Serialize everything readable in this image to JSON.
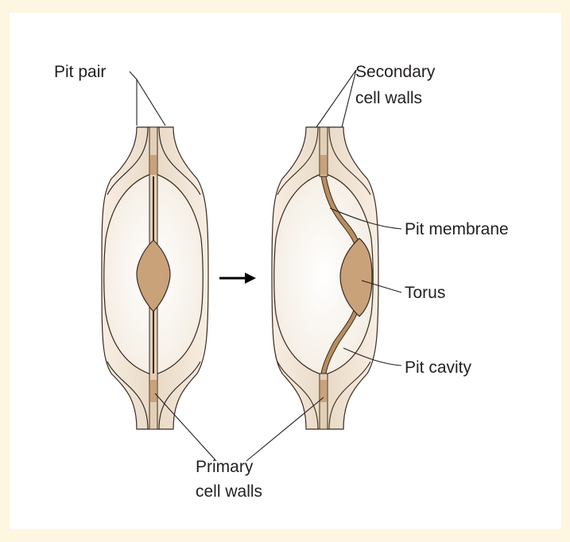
{
  "labels": {
    "pit_pair": "Pit pair",
    "secondary_line1": "Secondary",
    "secondary_line2": "cell walls",
    "pit_membrane": "Pit membrane",
    "torus": "Torus",
    "pit_cavity": "Pit cavity",
    "primary_line1": "Primary",
    "primary_line2": "cell walls"
  },
  "colors": {
    "background": "#fdf6e0",
    "panel": "#ffffff",
    "wall_fill": "#efe2d0",
    "wall_stroke": "#3a2a1e",
    "cavity_fill": "#fbf7f0",
    "torus_fill": "#c9a27a",
    "membrane_fill": "#b88d60"
  }
}
